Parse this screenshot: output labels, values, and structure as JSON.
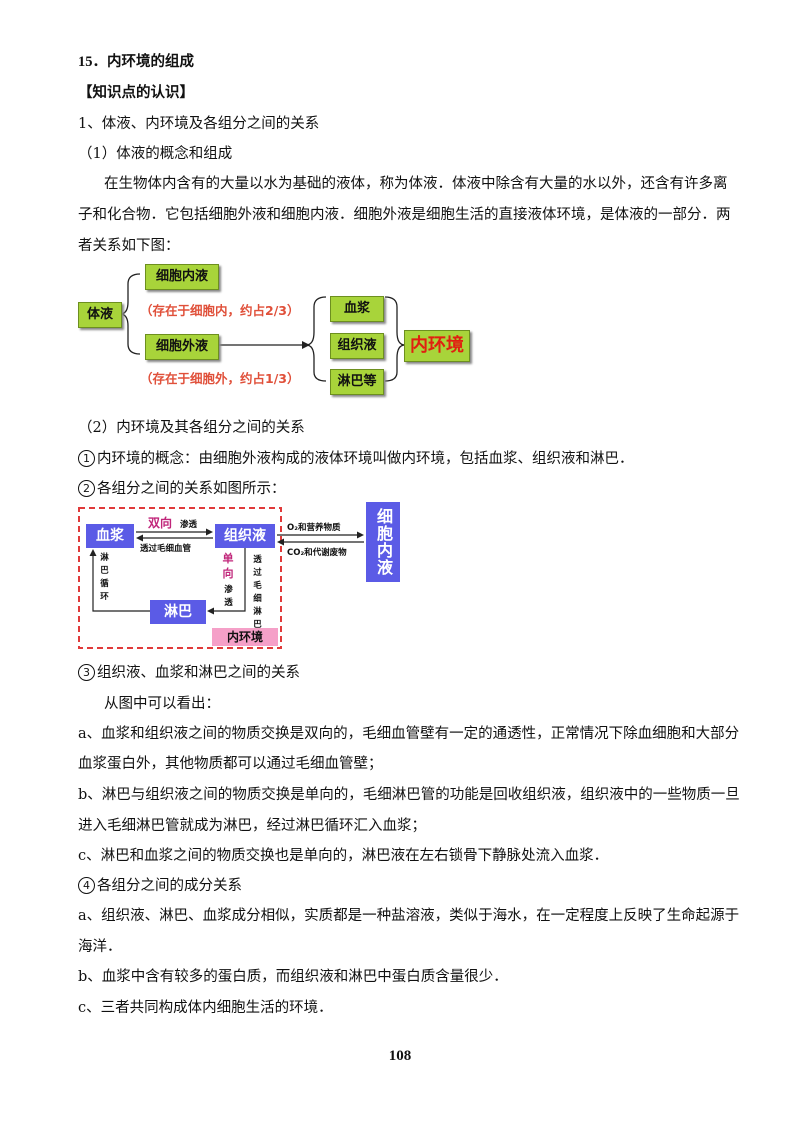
{
  "heading": "15．内环境的组成",
  "knowledge_label": "【知识点的认识】",
  "section1_title": "1、体液、内环境及各组分之间的关系",
  "sub1_title": "（1）体液的概念和组成",
  "para1_line1": "在生物体内含有的大量以水为基础的液体，称为体液．体液中除含有大量的水以外，还含有许多离",
  "para1_line2": "子和化合物．它包括细胞外液和细胞内液．细胞外液是细胞生活的直接液体环境，是体液的一部分．两",
  "para1_line3": "者关系如下图：",
  "diagram1": {
    "body_fluid": "体液",
    "intracellular": "细胞内液",
    "intracellular_note": "（存在于细胞内，约占2/3）",
    "extracellular": "细胞外液",
    "extracellular_note": "（存在于细胞外，约占1/3）",
    "plasma": "血浆",
    "tissue_fluid": "组织液",
    "lymph_etc": "淋巴等",
    "internal_env": "内环境"
  },
  "sub2_title": "（2）内环境及其各组分之间的关系",
  "item1_num": "1",
  "item1_text": "内环境的概念：由细胞外液构成的液体环境叫做内环境，包括血浆、组织液和淋巴．",
  "item2_num": "2",
  "item2_text": "各组分之间的关系如图所示：",
  "diagram2": {
    "plasma": "血浆",
    "bidirectional": "双向",
    "osmosis": "渗透",
    "through_capillary": "透过毛细血管",
    "tissue_fluid": "组织液",
    "o2_nutrients": "O₂和营养物质",
    "co2_waste": "CO₂和代谢废物",
    "intracellular": "细胞内液",
    "lymph_circulation": "淋巴循环",
    "one_way": "单向",
    "one_way_osmosis": "渗透",
    "through_lymph_capillary": "透过毛细淋巴管",
    "lymph": "淋巴",
    "internal_env": "内环境"
  },
  "item3_num": "3",
  "item3_text": "组织液、血浆和淋巴之间的关系",
  "from_figure": "从图中可以看出：",
  "a1_line1": "a、血浆和组织液之间的物质交换是双向的，毛细血管壁有一定的通透性，正常情况下除血细胞和大部分",
  "a1_line2": "血浆蛋白外，其他物质都可以通过毛细血管壁；",
  "b1_line1": "b、淋巴与组织液之间的物质交换是单向的，毛细淋巴管的功能是回收组织液，组织液中的一些物质一旦",
  "b1_line2": "进入毛细淋巴管就成为淋巴，经过淋巴循环汇入血浆；",
  "c1_line1": "c、淋巴和血浆之间的物质交换也是单向的，淋巴液在左右锁骨下静脉处流入血浆．",
  "item4_num": "4",
  "item4_text": "各组分之间的成分关系",
  "a2_line1": "a、组织液、淋巴、血浆成分相似，实质都是一种盐溶液，类似于海水，在一定程度上反映了生命起源于",
  "a2_line2": "海洋．",
  "b2_line1": "b、血浆中含有较多的蛋白质，而组织液和淋巴中蛋白质含量很少．",
  "c2_line1": "c、三者共同构成体内细胞生活的环境．",
  "page_number": "108"
}
